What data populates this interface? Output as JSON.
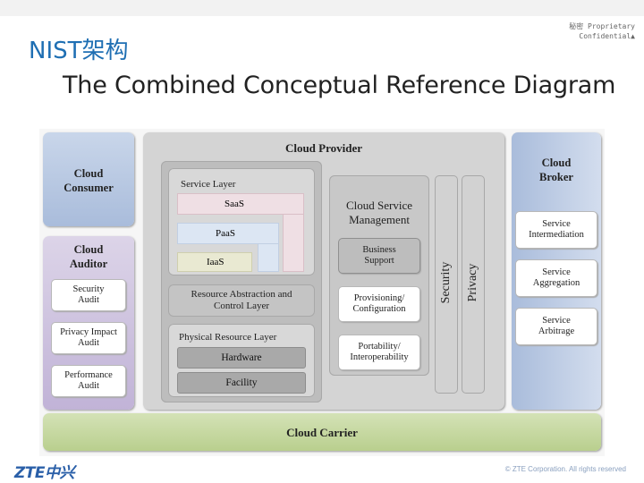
{
  "header": {
    "confidentiality_lines": [
      "秘密  Proprietary",
      "Confidential▲"
    ],
    "section_title": "NIST架构",
    "main_title": "The Combined Conceptual Reference Diagram"
  },
  "diagram": {
    "cloud_consumer": "Cloud Consumer",
    "cloud_auditor": {
      "title": "Cloud Auditor",
      "items": [
        "Security Audit",
        "Privacy Impact Audit",
        "Performance Audit"
      ]
    },
    "cloud_provider": {
      "title": "Cloud Provider",
      "service_layer": {
        "label": "Service Layer",
        "saas": "SaaS",
        "paas": "PaaS",
        "iaas": "IaaS"
      },
      "resource_abstraction": "Resource Abstraction and Control Layer",
      "physical_resource_layer": {
        "label": "Physical Resource Layer",
        "hardware": "Hardware",
        "facility": "Facility"
      },
      "cloud_service_management": {
        "title": "Cloud Service Management",
        "items": [
          "Business Support",
          "Provisioning/ Configuration",
          "Portability/ Interoperability"
        ]
      },
      "security": "Security",
      "privacy": "Privacy"
    },
    "cloud_broker": {
      "title": "Cloud Broker",
      "items": [
        "Service Intermediation",
        "Service Aggregation",
        "Service Arbitrage"
      ]
    },
    "cloud_carrier": "Cloud Carrier"
  },
  "footer": {
    "logo": "ZTE中兴",
    "copyright": "© ZTE Corporation. All rights reserved"
  },
  "colors": {
    "title_blue": "#1f6fb3",
    "consumer": "#b7c7e2",
    "auditor": "#cbbfdd",
    "provider": "#d4d4d4",
    "broker": "#bccae3",
    "carrier": "#c6d8a2",
    "saas": "#efdfe4",
    "paas": "#dce6f3",
    "iaas": "#e9e9d2"
  }
}
